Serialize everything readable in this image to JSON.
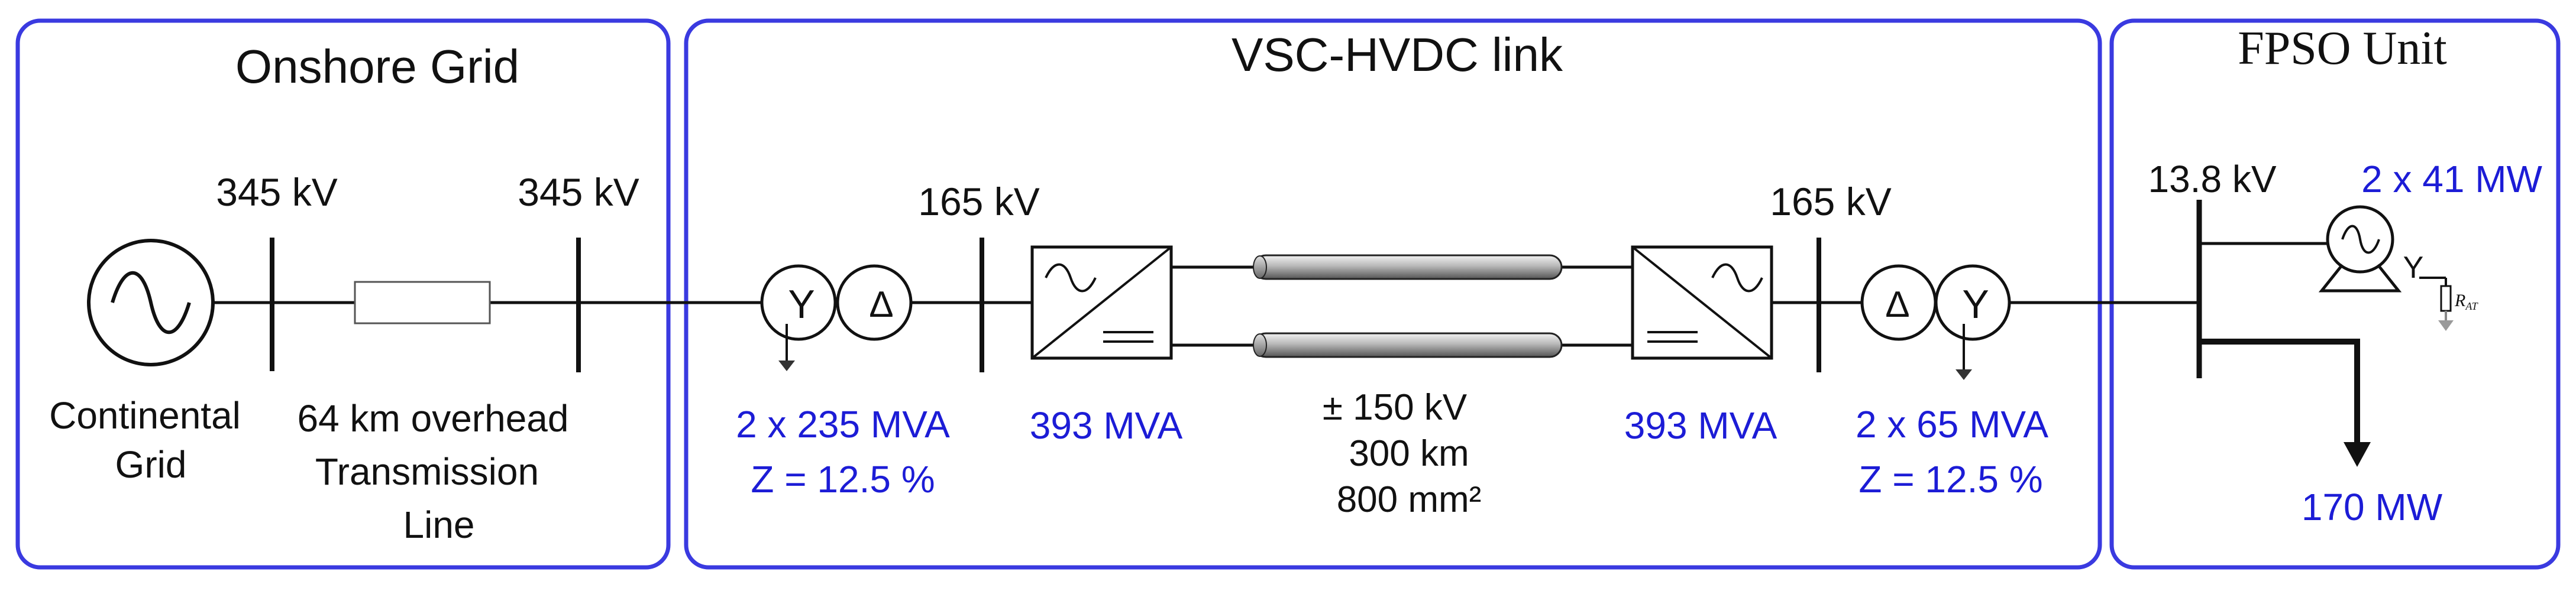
{
  "colors": {
    "box_border": "#3a3ae0",
    "blue_text": "#1c1cd6",
    "line": "#111111",
    "ground_gray": "#9a9a9a"
  },
  "sections": {
    "onshore_title": "Onshore Grid",
    "hvdc_title": "VSC-HVDC link",
    "fpso_title": "FPSO Unit"
  },
  "voltages": {
    "bus1": "345 kV",
    "bus2": "345 kV",
    "bus3": "165 kV",
    "bus4": "165 kV",
    "bus5": "13.8 kV"
  },
  "source": {
    "label_line1": "Continental",
    "label_line2": "Grid"
  },
  "transmission_line": {
    "label_line1": "64 km overhead",
    "label_line2": "Transmission",
    "label_line3": "Line"
  },
  "transformer_onshore": {
    "primary_symbol": "Y",
    "secondary_symbol": "Δ",
    "rating": "2 x 235 MVA",
    "impedance": "Z = 12.5 %"
  },
  "converter_onshore": {
    "rating": "393 MVA"
  },
  "cable": {
    "voltage": "± 150 kV",
    "length": "300 km",
    "cross_section": "800 mm²"
  },
  "converter_offshore": {
    "rating": "393 MVA"
  },
  "transformer_offshore": {
    "primary_symbol": "Δ",
    "secondary_symbol": "Y",
    "rating": "2 x 65 MVA",
    "impedance": "Z = 12.5 %"
  },
  "fpso": {
    "generator_rating": "2 x 41 MW",
    "generator_winding": "Y",
    "grounding_resistor": "R",
    "grounding_resistor_sub": "AT",
    "load": "170 MW"
  }
}
